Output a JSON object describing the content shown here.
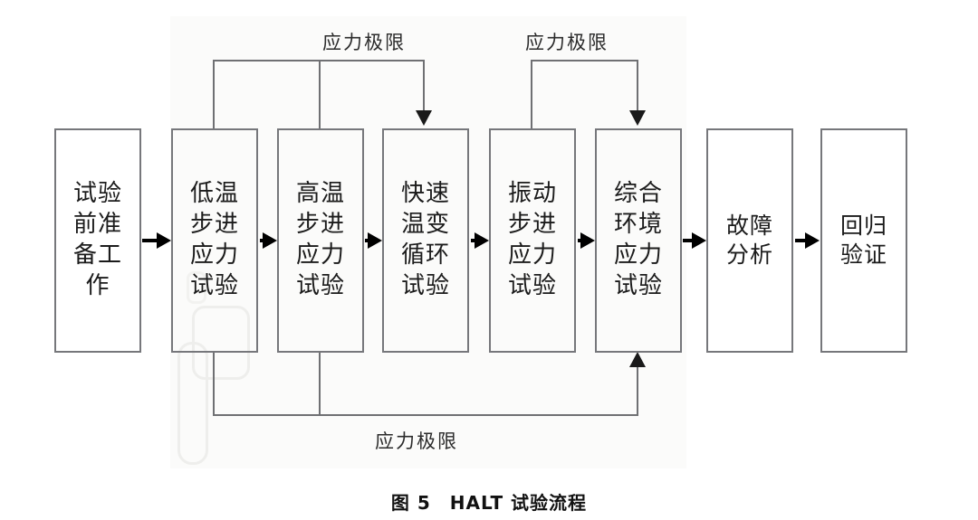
{
  "figure": {
    "caption": "图 5　HALT 试验流程",
    "boxes": [
      {
        "id": "pre-test-prep",
        "label": "试验\n前准\n备工\n作"
      },
      {
        "id": "low-temp-step-stress",
        "label": "低温\n步进\n应力\n试验"
      },
      {
        "id": "high-temp-step-stress",
        "label": "高温\n步进\n应力\n试验"
      },
      {
        "id": "rapid-thermal-cycle",
        "label": "快速\n温变\n循环\n试验"
      },
      {
        "id": "vibration-step-stress",
        "label": "振动\n步进\n应力\n试验"
      },
      {
        "id": "combined-env-stress",
        "label": "综合\n环境\n应力\n试验"
      },
      {
        "id": "fault-analysis",
        "label": "故障\n分析"
      },
      {
        "id": "regression-verify",
        "label": "回归\n验证"
      }
    ],
    "loop_labels": {
      "top_left": "应力极限",
      "top_right": "应力极限",
      "bottom": "应力极限"
    },
    "colors": {
      "box_border": "#76777b",
      "connector": "#6f7073",
      "arrow_fill": "#1a1a1a",
      "text": "#1b1b1b",
      "background": "#ffffff"
    }
  }
}
